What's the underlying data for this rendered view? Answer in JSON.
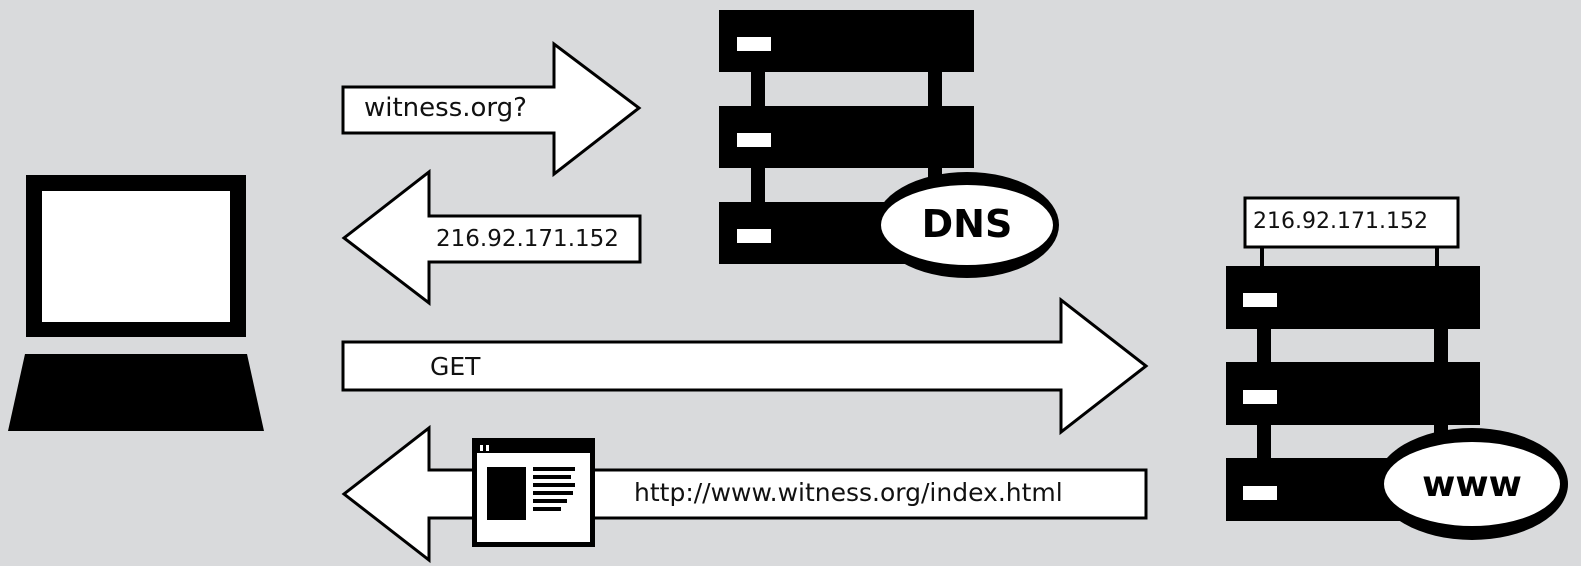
{
  "arrows": {
    "dns_query": "witness.org?",
    "dns_reply": "216.92.171.152",
    "http_get": "GET",
    "http_response": "http://www.witness.org/index.html"
  },
  "servers": {
    "dns_label": "DNS",
    "web_label": "www",
    "web_ip": "216.92.171.152"
  },
  "colors": {
    "background": "#d9dadc",
    "ink": "#000000",
    "paper": "#ffffff"
  }
}
